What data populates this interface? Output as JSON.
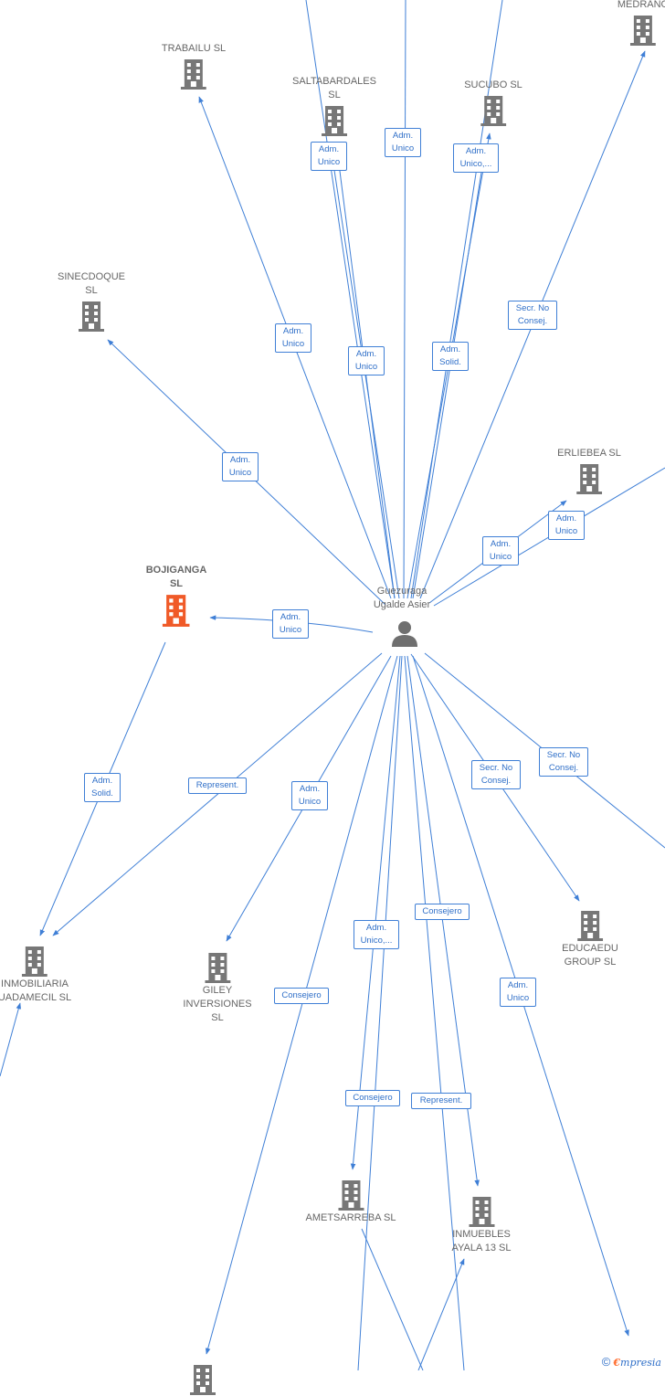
{
  "center": {
    "name": "Guezuraga\nUgalde Asier"
  },
  "companies": [
    {
      "id": "trabailu",
      "name": "TRABAILU  SL",
      "highlight": false
    },
    {
      "id": "saltabardales",
      "name": "SALTABARDALES\nSL",
      "highlight": false
    },
    {
      "id": "sucubo",
      "name": "SUCUBO  SL",
      "highlight": false
    },
    {
      "id": "medrano",
      "name": "MEDRANO",
      "highlight": false
    },
    {
      "id": "sinecdoque",
      "name": "SINECDOQUE\nSL",
      "highlight": false
    },
    {
      "id": "erliebea",
      "name": "ERLIEBEA  SL",
      "highlight": false
    },
    {
      "id": "bojiganga",
      "name": "BOJIGANGA\nSL",
      "highlight": true
    },
    {
      "id": "inmobiliaria",
      "name": "INMOBILIARIA\nUADAMECIL SL",
      "highlight": false
    },
    {
      "id": "giley",
      "name": "GILEY\nINVERSIONES\nSL",
      "highlight": false
    },
    {
      "id": "educaedu",
      "name": "EDUCAEDU\nGROUP  SL",
      "highlight": false
    },
    {
      "id": "ametsarreba",
      "name": "AMETSARREBA SL",
      "highlight": false
    },
    {
      "id": "inmuebles",
      "name": "INMUEBLES\nAYALA 13 SL",
      "highlight": false
    },
    {
      "id": "bottom-left",
      "name": "",
      "highlight": false
    }
  ],
  "edge_labels": [
    {
      "id": "e-trabailu",
      "text": "Adm.\nUnico"
    },
    {
      "id": "e-saltabardales-1",
      "text": "Adm.\nUnico"
    },
    {
      "id": "e-saltabardales-2",
      "text": "Adm.\nUnico"
    },
    {
      "id": "e-top",
      "text": "Adm.\nUnico"
    },
    {
      "id": "e-sucubo-1",
      "text": "Adm.\nUnico,..."
    },
    {
      "id": "e-sucubo-2",
      "text": "Adm.\nSolid."
    },
    {
      "id": "e-medrano",
      "text": "Secr.  No\nConsej."
    },
    {
      "id": "e-sinecdoque",
      "text": "Adm.\nUnico"
    },
    {
      "id": "e-erliebea-1",
      "text": "Adm.\nUnico"
    },
    {
      "id": "e-erliebea-2",
      "text": "Adm.\nUnico"
    },
    {
      "id": "e-bojiganga",
      "text": "Adm.\nUnico"
    },
    {
      "id": "e-bojiganga-inmob",
      "text": "Adm.\nSolid."
    },
    {
      "id": "e-inmob",
      "text": "Represent."
    },
    {
      "id": "e-giley",
      "text": "Adm.\nUnico"
    },
    {
      "id": "e-educaedu",
      "text": "Secr.  No\nConsej."
    },
    {
      "id": "e-right",
      "text": "Secr.  No\nConsej."
    },
    {
      "id": "e-amets-1",
      "text": "Adm.\nUnico,..."
    },
    {
      "id": "e-inmuebles-1",
      "text": "Consejero"
    },
    {
      "id": "e-bottomleft",
      "text": "Consejero"
    },
    {
      "id": "e-amets-2",
      "text": "Consejero"
    },
    {
      "id": "e-inmuebles-2",
      "text": "Represent."
    },
    {
      "id": "e-bottomright",
      "text": "Adm.\nUnico"
    }
  ],
  "footer": {
    "copyright": "©",
    "brand_initial": "€",
    "brand_rest": "mpresia"
  },
  "colors": {
    "edge": "#3f7fd6",
    "building": "#777777",
    "building_highlight": "#f05a28",
    "text": "#666666"
  }
}
